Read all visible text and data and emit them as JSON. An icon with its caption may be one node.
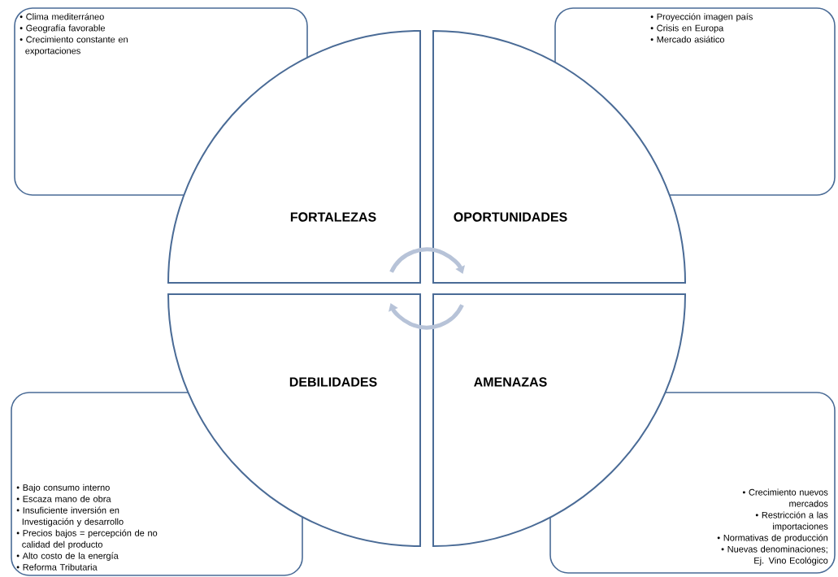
{
  "diagram": {
    "nodes": [
      {
        "text": [
          "• Clima mediterráneo",
          "• Geografía favorable",
          "• Crecimiento constante en exportaciones"
        ]
      },
      {
        "text": [
          "FORTALEZAS"
        ]
      },
      {
        "text": [
          "OPORTUNIDADES"
        ]
      },
      {
        "text": [
          "• Proyección imagen país",
          "• Crisis en Europa",
          "• Mercado asiático"
        ]
      },
      {
        "text": [
          "DEBILIDADES"
        ]
      },
      {
        "text": [
          "AMENAZAS"
        ]
      },
      {
        "text": [
          "• Bajo consumo interno",
          "• Escaza mano de obra",
          "• Insuficiente inversión en Investigación y desarrollo",
          "• Precios bajos = percepción de no calidad del producto",
          "• Alto costo de la energía",
          "• Reforma Tributaria"
        ]
      },
      {
        "text": [
          "• Crecimiento nuevos mercados",
          "• Restricción a las importaciones",
          "• Normativas de producción",
          "• Nuevas denominaciones; Ej. Vino Ecológico"
        ]
      }
    ],
    "edges": [
      {
        "from": 1,
        "to": 2,
        "arrow": "to"
      },
      {
        "from": 5,
        "to": 4,
        "arrow": "to"
      }
    ]
  }
}
